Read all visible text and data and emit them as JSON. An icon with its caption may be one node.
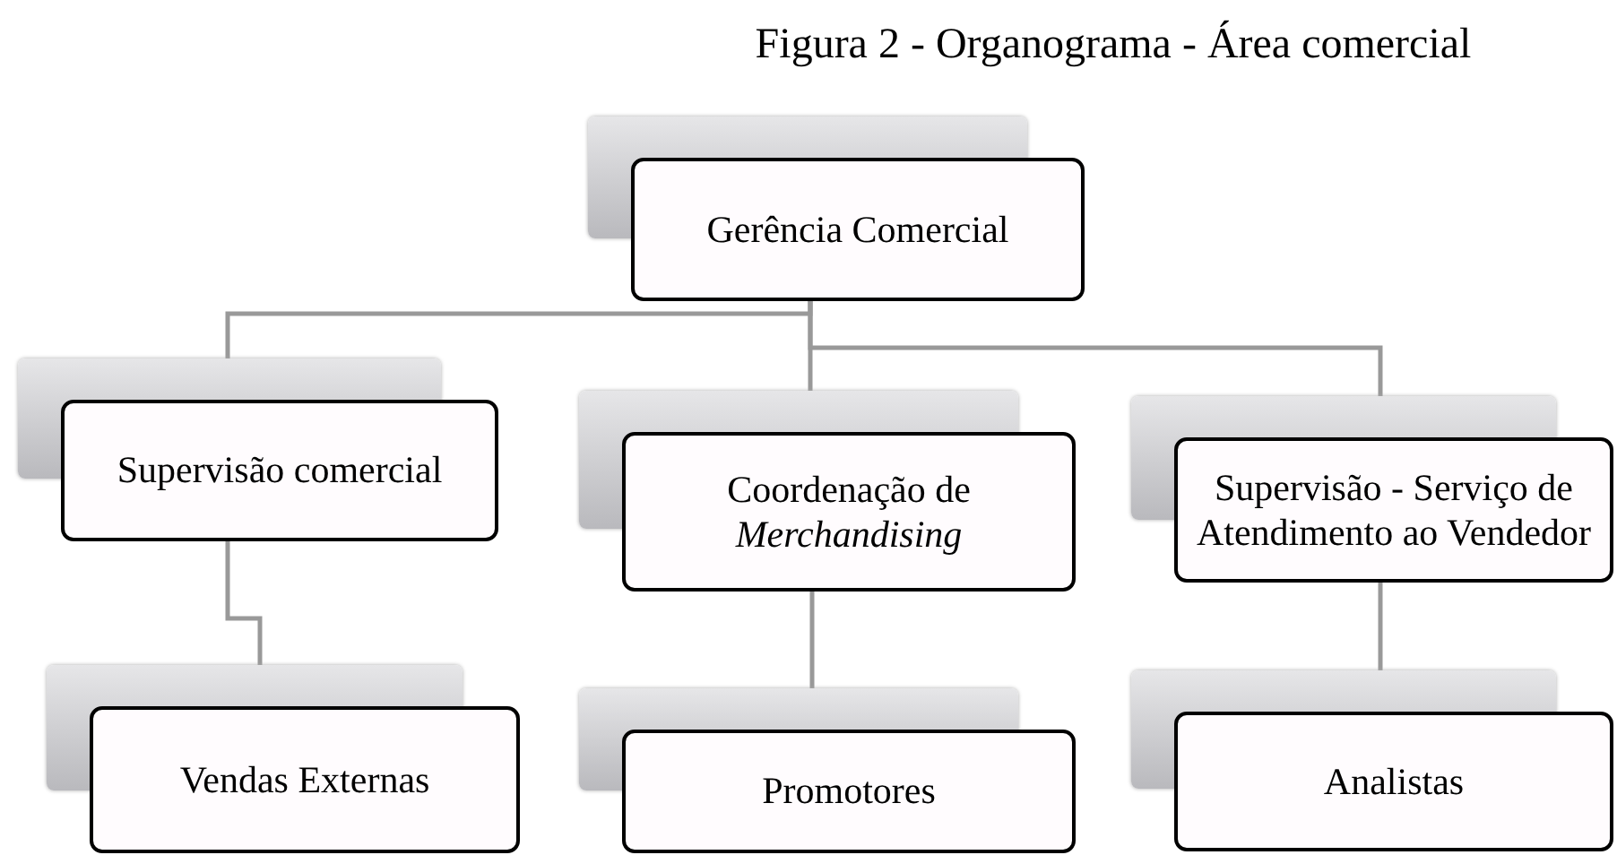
{
  "diagram": {
    "title": "Figura 2 - Organograma - Área comercial",
    "nodes": [
      {
        "text": [
          "Gerência Comercial"
        ]
      },
      {
        "text": [
          "Supervisão comercial"
        ]
      },
      {
        "text": [
          "Coordenação de *Merchandising*"
        ]
      },
      {
        "text": [
          "Supervisão - Serviço de Atendimento ao Vendedor"
        ]
      },
      {
        "text": [
          "Vendas Externas"
        ]
      },
      {
        "text": [
          "Promotores"
        ]
      },
      {
        "text": [
          "Analistas"
        ]
      }
    ],
    "edges": [
      {
        "from": 0,
        "to": 1,
        "arrow": "none"
      },
      {
        "from": 0,
        "to": 2,
        "arrow": "none"
      },
      {
        "from": 0,
        "to": 3,
        "arrow": "none"
      },
      {
        "from": 1,
        "to": 4,
        "arrow": "none"
      },
      {
        "from": 2,
        "to": 5,
        "arrow": "none"
      },
      {
        "from": 3,
        "to": 6,
        "arrow": "none"
      }
    ]
  }
}
